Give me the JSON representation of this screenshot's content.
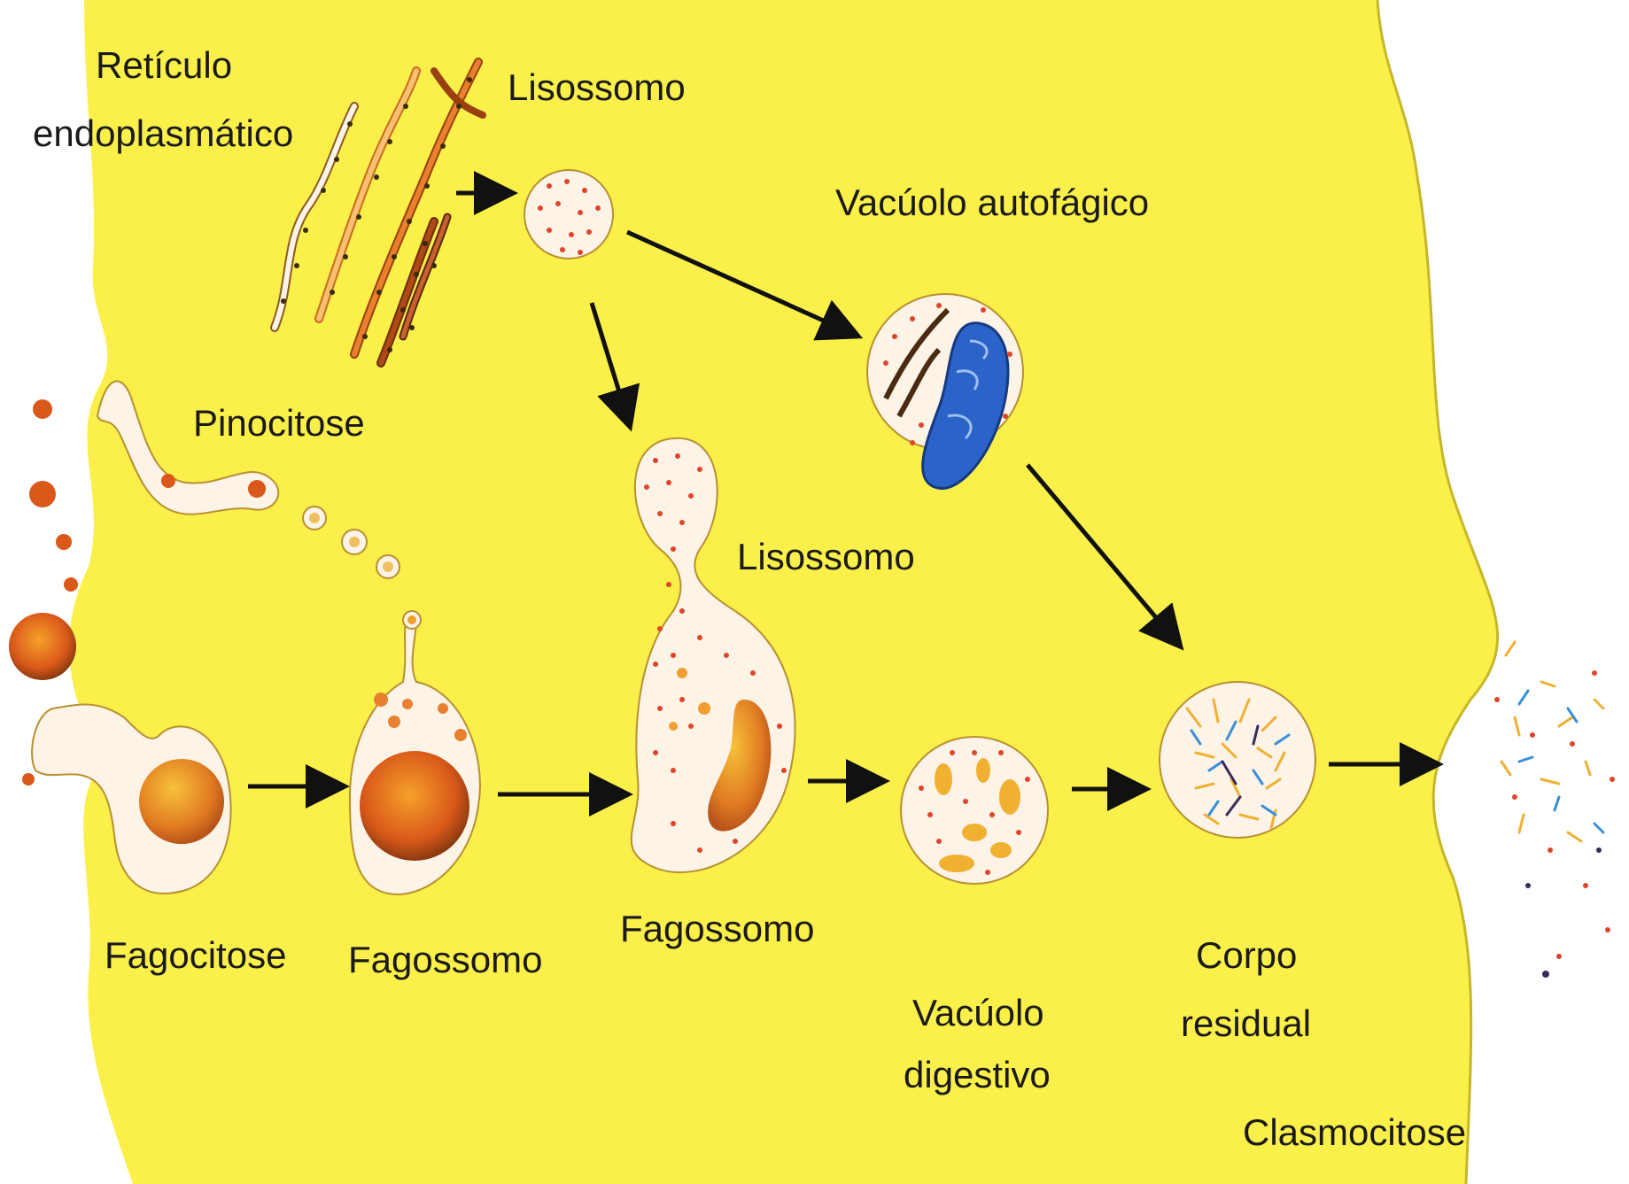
{
  "labels": {
    "reticulo_line1": "Retículo",
    "reticulo_line2": "endoplasmático",
    "lisossomo_top": "Lisossomo",
    "vacuolo_autofagico": "Vacúolo autofágico",
    "pinocitose": "Pinocitose",
    "lisossomo_mid": "Lisossomo",
    "fagocitose": "Fagocitose",
    "fagossomo_1": "Fagossomo",
    "fagossomo_2": "Fagossomo",
    "vacuolo_digestivo_line1": "Vacúolo",
    "vacuolo_digestivo_line2": "digestivo",
    "corpo_residual_line1": "Corpo",
    "corpo_residual_line2": "residual",
    "clasmocitose": "Clasmocitose"
  },
  "colors": {
    "cytoplasm": "#fbf04a",
    "vesicle": "#fdf3e6",
    "enzyme_dots": "#e0452a",
    "food_particle": "#e8731c",
    "mitochondrion": "#2b63c9",
    "arrow": "#111111"
  }
}
